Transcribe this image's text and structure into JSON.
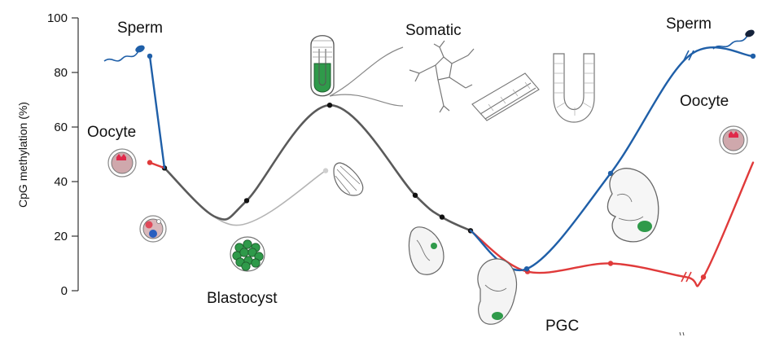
{
  "colors": {
    "paternal": "#1f5fa8",
    "maternal": "#e03a3a",
    "embryo": "#5a5a5a",
    "extraembryonic": "#b4b4b4",
    "cell_green": "#2f9a4a",
    "cell_pink": "#e46a7e",
    "outline": "#666666"
  },
  "y_axis": {
    "label": "CpG methylation (%)",
    "ticks": [
      "0",
      "20",
      "40",
      "60",
      "80",
      "100"
    ],
    "range": [
      0,
      100
    ]
  },
  "labels": {
    "sperm_left": "Sperm",
    "oocyte_left": "Oocyte",
    "blastocyst": "Blastocyst",
    "somatic": "Somatic",
    "sperm_right": "Sperm",
    "oocyte_right": "Oocyte",
    "pgc": "PGC"
  },
  "chart_data": {
    "type": "line",
    "ylabel": "CpG methylation (%)",
    "ylim": [
      0,
      100
    ],
    "series": [
      {
        "key": "paternal_zygote",
        "values": [
          86,
          45
        ],
        "color": "#1f5fa8"
      },
      {
        "key": "maternal_zygote",
        "values": [
          47,
          45
        ],
        "color": "#e03a3a"
      },
      {
        "key": "embryo",
        "values": [
          45,
          27,
          33,
          68,
          35,
          27,
          22
        ],
        "color": "#5a5a5a"
      },
      {
        "key": "extraembryonic",
        "values": [
          45,
          24,
          44
        ],
        "color": "#b4b4b4"
      },
      {
        "key": "pgc_paternal",
        "values": [
          22,
          8,
          43,
          86,
          86
        ],
        "color": "#1f5fa8"
      },
      {
        "key": "pgc_maternal",
        "values": [
          22,
          7,
          10,
          5,
          47
        ],
        "color": "#e03a3a"
      }
    ]
  }
}
